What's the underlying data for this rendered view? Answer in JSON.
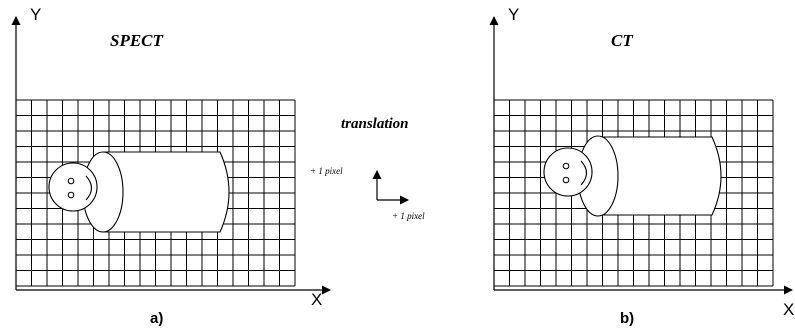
{
  "axes": {
    "y_label": "Y",
    "x_label": "X"
  },
  "panels": [
    {
      "title": "SPECT",
      "caption": "a)"
    },
    {
      "title": "CT",
      "caption": "b)"
    }
  ],
  "translation": {
    "title": "translation",
    "vertical_shift": "+ 1 pixel",
    "horizontal_shift": "+ 1 pixel"
  }
}
